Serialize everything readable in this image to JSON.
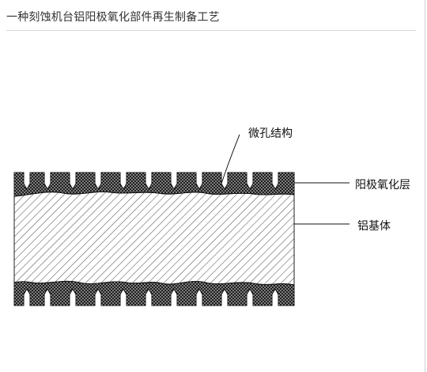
{
  "page": {
    "title": "一种刻蚀机台铝阳极氧化部件再生制备工艺"
  },
  "diagram": {
    "labels": {
      "micropore": "微孔结构",
      "anodic_layer": "阳极氧化层",
      "aluminum_substrate": "铝基体"
    }
  }
}
